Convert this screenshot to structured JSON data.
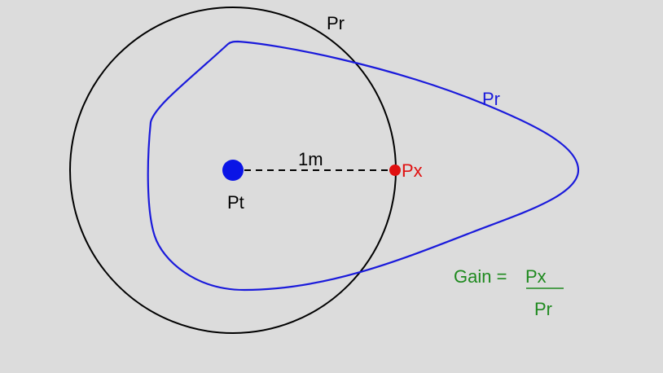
{
  "colors": {
    "background": "#dcdcdc",
    "isotropic_circle": "#000000",
    "directional_pattern": "#1a1adb",
    "transmitter": "#0a14e6",
    "measure_point": "#e01010",
    "formula": "#1f8a1f",
    "label": "#000000"
  },
  "labels": {
    "circle_label": "Pr",
    "pattern_label": "Pr",
    "transmitter_label": "Pt",
    "distance_label": "1m",
    "point_label": "Px"
  },
  "formula": {
    "lhs": "Gain = ",
    "numerator": "Px",
    "denominator": "Pr"
  }
}
